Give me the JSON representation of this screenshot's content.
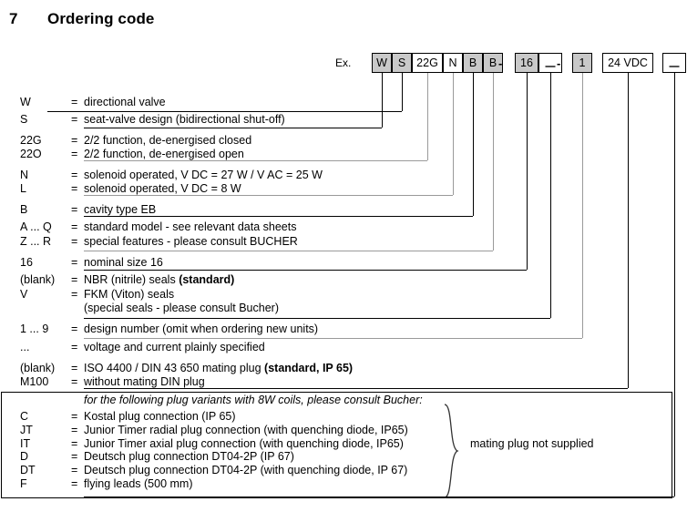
{
  "heading": {
    "section_number": "7",
    "title": "Ordering code"
  },
  "example": {
    "label": "Ex.",
    "boxes": [
      {
        "text": "W",
        "shaded": true,
        "blank": false
      },
      {
        "text": "S",
        "shaded": true,
        "blank": false
      },
      {
        "text": "22G",
        "shaded": false,
        "blank": false
      },
      {
        "text": "N",
        "shaded": false,
        "blank": false
      },
      {
        "text": "B",
        "shaded": true,
        "blank": false
      },
      {
        "text": "B",
        "shaded": true,
        "blank": false
      },
      {
        "text": "16",
        "shaded": true,
        "blank": false
      },
      {
        "text": "",
        "shaded": false,
        "blank": true
      },
      {
        "text": "1",
        "shaded": true,
        "blank": false
      },
      {
        "text": "24 VDC",
        "shaded": false,
        "blank": false
      },
      {
        "text": "",
        "shaded": false,
        "blank": true
      }
    ],
    "separators": [
      "-",
      "-"
    ]
  },
  "legend": [
    {
      "key": "W",
      "eq": "=",
      "desc": "directional valve"
    },
    {
      "key": "S",
      "eq": "=",
      "desc": "seat-valve design (bidirectional shut-off)"
    },
    {
      "key": "22G",
      "eq": "=",
      "desc": "2/2 function, de-energised closed"
    },
    {
      "key": "22O",
      "eq": "=",
      "desc": "2/2 function, de-energised open"
    },
    {
      "key": "N",
      "eq": "=",
      "desc": "solenoid operated, V DC = 27  W  /  V AC = 25 W"
    },
    {
      "key": "L",
      "eq": "=",
      "desc": "solenoid operated, V DC = 8  W"
    },
    {
      "key": "B",
      "eq": "=",
      "desc": "cavity type EB"
    },
    {
      "key": "A ... Q",
      "eq": "=",
      "desc": "standard model - see relevant data sheets"
    },
    {
      "key": "Z ... R",
      "eq": "=",
      "desc": "special features - please consult BUCHER"
    },
    {
      "key": "16",
      "eq": "=",
      "desc": "nominal size 16"
    },
    {
      "key": "(blank)",
      "eq": "=",
      "desc_pre": "NBR (nitrile) seals  ",
      "desc_bold": "(standard)",
      "desc_post": ""
    },
    {
      "key": "V",
      "eq": "=",
      "desc": "FKM (Viton) seals"
    },
    {
      "key": "",
      "eq": "",
      "desc": "(special seals - please consult Bucher)"
    },
    {
      "key": "1 ... 9",
      "eq": "=",
      "desc": "design number (omit when ordering new units)"
    },
    {
      "key": "...",
      "eq": "=",
      "desc": "voltage and current plainly specified"
    },
    {
      "key": "(blank)",
      "eq": "=",
      "desc_pre": "ISO 4400 / DIN 43 650 mating plug ",
      "desc_bold": "(standard, IP 65)",
      "desc_post": ""
    },
    {
      "key": "M100",
      "eq": "=",
      "desc": "without mating DIN plug"
    },
    {
      "key": "",
      "eq": "",
      "desc": "for the following plug variants with 8W coils, please consult Bucher:",
      "italic": true
    },
    {
      "key": "C",
      "eq": "=",
      "desc": "Kostal plug connection (IP 65)"
    },
    {
      "key": "JT",
      "eq": "=",
      "desc": "Junior Timer radial plug connection (with quenching diode, IP65)"
    },
    {
      "key": "IT",
      "eq": "=",
      "desc": "Junior Timer axial plug connection (with quenching diode, IP65)"
    },
    {
      "key": "D",
      "eq": "=",
      "desc": "Deutsch plug connection DT04-2P (IP 67)"
    },
    {
      "key": "DT",
      "eq": "=",
      "desc": "Deutsch plug connection DT04-2P (with quenching diode, IP 67)"
    },
    {
      "key": "F",
      "eq": "=",
      "desc": "flying leads (500 mm)"
    }
  ],
  "plug_note": "mating plug not supplied",
  "colors": {
    "shaded_box": "#c9c9c9",
    "line_black": "#000000",
    "line_gray": "#9a9a9a",
    "text": "#000000",
    "background": "#ffffff"
  }
}
